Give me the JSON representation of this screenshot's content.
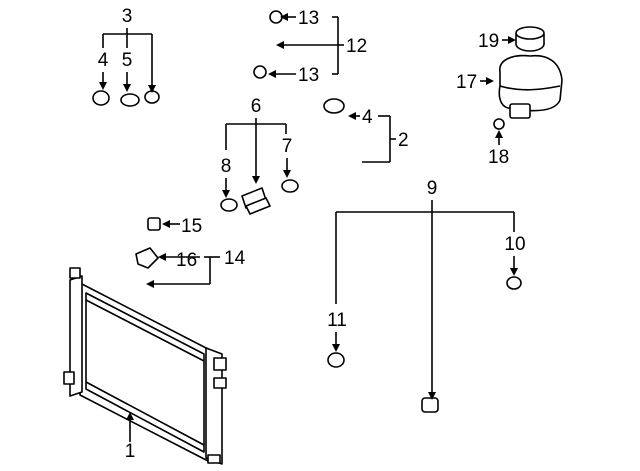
{
  "callouts": {
    "c1": "1",
    "c2": "2",
    "c3": "3",
    "c4a": "4",
    "c4b": "4",
    "c5": "5",
    "c6": "6",
    "c7": "7",
    "c8": "8",
    "c9": "9",
    "c10": "10",
    "c11": "11",
    "c12": "12",
    "c13a": "13",
    "c13b": "13",
    "c14": "14",
    "c15": "15",
    "c16": "16",
    "c17": "17",
    "c18": "18",
    "c19": "19"
  }
}
